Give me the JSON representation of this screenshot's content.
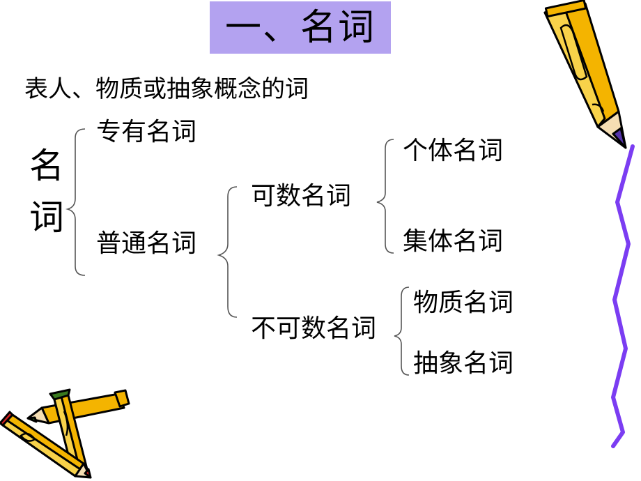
{
  "slide": {
    "title": "一、名词",
    "definition": "表人、物质或抽象概念的词",
    "root": {
      "char_1": "名",
      "char_2": "词"
    },
    "branches": {
      "proper": "专有名词",
      "common": "普通名词",
      "countable": "可数名词",
      "individual": "个体名词",
      "collective": "集体名词",
      "uncountable": "不可数名词",
      "material": "物质名词",
      "abstract": "抽象名词"
    },
    "colors": {
      "title_bg": "#b3a2f0",
      "pencil_body": "#f4b400",
      "pencil_outline": "#000000",
      "pencil_tip": "#5533aa",
      "zigzag": "#7b3df2"
    },
    "icons": [
      "pencil-large-icon",
      "pencil-small-icon",
      "pencil-small-icon",
      "zigzag-line-icon"
    ]
  }
}
